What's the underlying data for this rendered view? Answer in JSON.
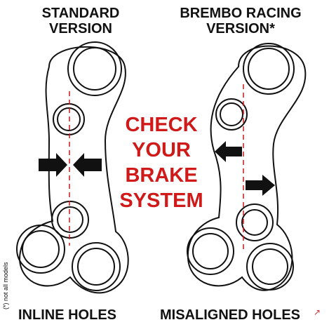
{
  "headers": {
    "left": {
      "line1": "STANDARD",
      "line2": "VERSION"
    },
    "right": {
      "line1": "BREMBO RACING",
      "line2": "VERSION*"
    }
  },
  "center": {
    "line1": "CHECK",
    "line2": "YOUR",
    "line3": "BRAKE",
    "line4": "SYSTEM",
    "color": "#d01919"
  },
  "footer": {
    "left": "INLINE HOLES",
    "right": "MISALIGNED HOLES"
  },
  "footnote": "(*) not all models",
  "icons": {
    "arrow_right": "arrow-right-icon",
    "arrow_left": "arrow-left-icon",
    "corner": "expand-corner-icon"
  },
  "colors": {
    "outline": "#111111",
    "centerline": "#d01919"
  }
}
